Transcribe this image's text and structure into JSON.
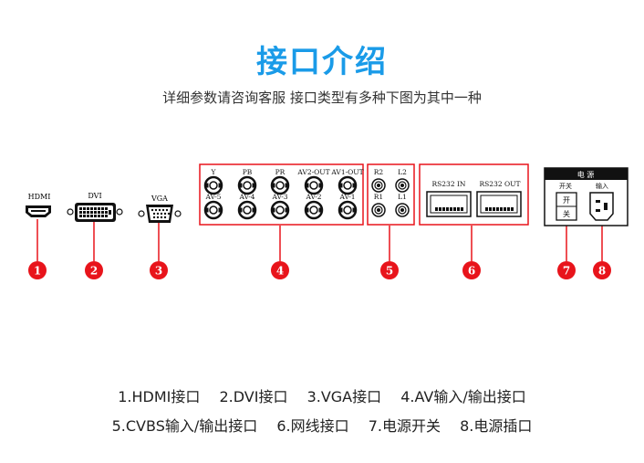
{
  "title": "接口介绍",
  "subtitle": "详细参数请咨询客服  接口类型有多种下图为其中一种",
  "ports": {
    "hdmi_label": "HDMI",
    "dvi_label": "DVI",
    "vga_label": "VGA",
    "av_top_labels": [
      "Y",
      "PB",
      "PR",
      "AV2-OUT",
      "AV1-OUT"
    ],
    "av_bottom_labels": [
      "AV-5",
      "AV-4",
      "AV-3",
      "AV-2",
      "AV-1"
    ],
    "cvbs_labels": [
      "R2",
      "L2",
      "R1",
      "L1"
    ],
    "rs232_labels": [
      "RS232 IN",
      "RS232 OUT"
    ],
    "power_header": "电  源",
    "switch_label": "开关",
    "switch_on": "开",
    "switch_off": "关",
    "input_label": "输入"
  },
  "markers": [
    "1",
    "2",
    "3",
    "4",
    "5",
    "6",
    "7",
    "8"
  ],
  "accent_color": "#e8141b",
  "title_color": "#1a9be8",
  "legend": {
    "row1": [
      "1.HDMI接口",
      "2.DVI接口",
      "3.VGA接口",
      "4.AV输入/输出接口"
    ],
    "row2": [
      "5.CVBS输入/输出接口",
      "6.网线接口",
      "7.电源开关",
      "8.电源插口"
    ]
  }
}
